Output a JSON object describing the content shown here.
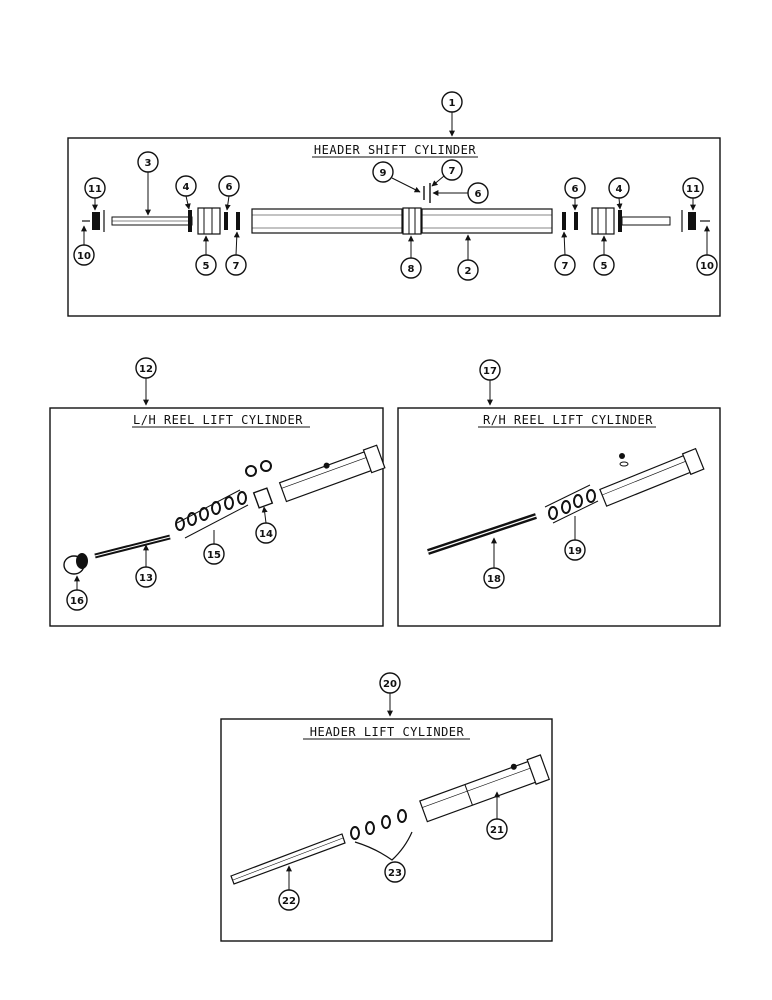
{
  "panels": {
    "header_shift": {
      "title": "HEADER SHIFT CYLINDER"
    },
    "lh_reel_lift": {
      "title": "L/H REEL LIFT CYLINDER"
    },
    "rh_reel_lift": {
      "title": "R/H REEL LIFT CYLINDER"
    },
    "header_lift": {
      "title": "HEADER LIFT CYLINDER"
    }
  },
  "callouts": {
    "c1": "1",
    "c2": "2",
    "c3": "3",
    "c4a": "4",
    "c4b": "4",
    "c5a": "5",
    "c5b": "5",
    "c6a": "6",
    "c6b": "6",
    "c6c": "6",
    "c7a": "7",
    "c7b": "7",
    "c7c": "7",
    "c8": "8",
    "c9": "9",
    "c10a": "10",
    "c10b": "10",
    "c11a": "11",
    "c11b": "11",
    "c12": "12",
    "c13": "13",
    "c14": "14",
    "c15": "15",
    "c16": "16",
    "c17": "17",
    "c18": "18",
    "c19": "19",
    "c20": "20",
    "c21": "21",
    "c22": "22",
    "c23": "23"
  }
}
